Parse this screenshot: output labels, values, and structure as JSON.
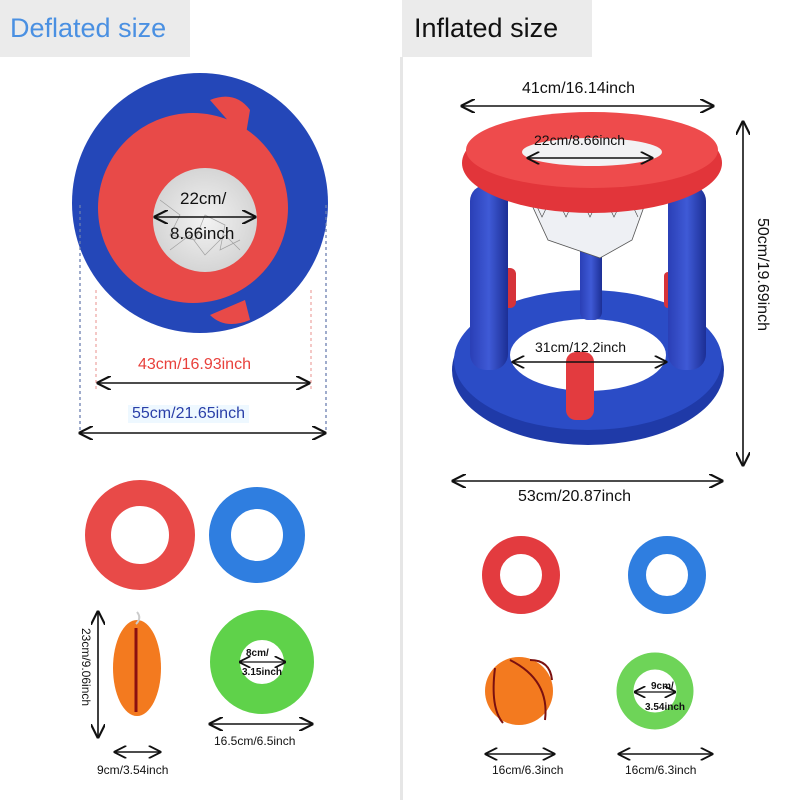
{
  "sections": {
    "deflated": {
      "title": "Deflated size",
      "hoop": {
        "inner_diameter": "22cm/",
        "inner_diameter_inch": "8.66inch",
        "red_ring_width": "43cm/16.93inch",
        "blue_base_width": "55cm/21.65inch"
      },
      "accessories": {
        "red_ring": "",
        "blue_ring": "",
        "ball_height": "23cm/9.06inch",
        "ball_width": "9cm/3.54inch",
        "green_ring_inner": "8cm/",
        "green_ring_inner_inch": "3.15inch",
        "green_ring_outer": "16.5cm/6.5inch"
      }
    },
    "inflated": {
      "title": "Inflated size",
      "hoop": {
        "top_width": "41cm/16.14inch",
        "rim_inner": "22cm/8.66inch",
        "height": "50cm/19.69inch",
        "base_inner": "31cm/12.2inch",
        "base_width": "53cm/20.87inch"
      },
      "accessories": {
        "ball_width": "16cm/6.3inch",
        "green_ring_inner": "9cm/",
        "green_ring_inner_inch": "3.54inch",
        "green_ring_outer": "16cm/6.3inch"
      }
    }
  },
  "colors": {
    "deflated_title": "#4a90e2",
    "red_label": "#e8413c",
    "blue_label": "#2a3fa8",
    "hoop_red": "#e8383a",
    "hoop_blue": "#1f3fae",
    "ring_blue": "#2f7ee0",
    "ring_green": "#5fd24a",
    "ball_orange": "#f37a1f",
    "header_bg": "#ebebeb"
  }
}
